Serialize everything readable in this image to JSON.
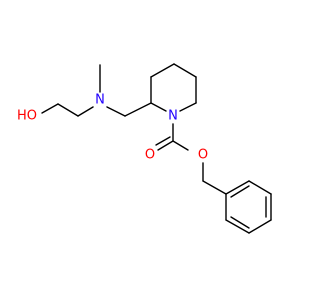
{
  "molecule": {
    "atom_labels": {
      "hydroxyl": "HO",
      "amine_n": "N",
      "ring_n": "N",
      "carbonyl_o": "O",
      "ester_o": "O"
    },
    "colors": {
      "bond": "#000000",
      "nitrogen": "#2200ff",
      "oxygen": "#ff0000",
      "background": "#ffffff"
    }
  }
}
